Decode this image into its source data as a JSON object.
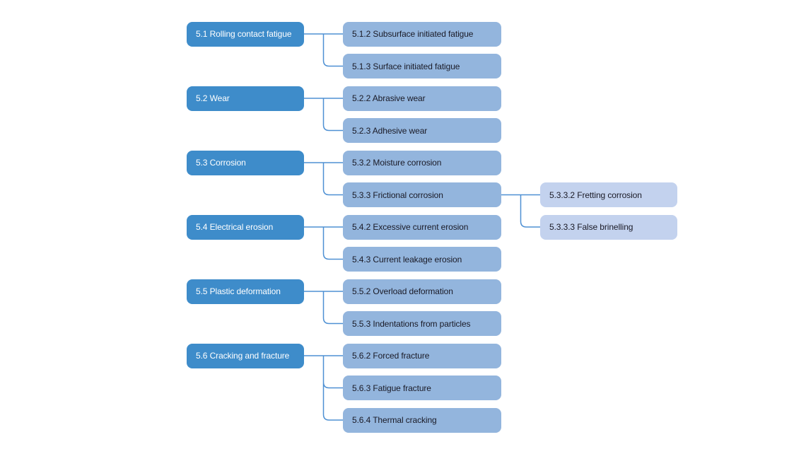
{
  "diagram": {
    "description": "Bearing failure mode classification hierarchy",
    "colors": {
      "background": "#ffffff",
      "level1_fill": "#3e8cca",
      "level1_text": "#ffffff",
      "level2_fill": "#93b5dd",
      "level3_fill": "#c3d2ee",
      "node_text": "#1a1a26",
      "connector": "#4e90d3"
    },
    "nodes": [
      {
        "id": "5.1",
        "label": "5.1 Rolling contact fatigue",
        "children": [
          {
            "id": "5.1.2",
            "label": "5.1.2 Subsurface initiated fatigue"
          },
          {
            "id": "5.1.3",
            "label": "5.1.3 Surface initiated fatigue"
          }
        ]
      },
      {
        "id": "5.2",
        "label": "5.2 Wear",
        "children": [
          {
            "id": "5.2.2",
            "label": "5.2.2 Abrasive wear"
          },
          {
            "id": "5.2.3",
            "label": "5.2.3 Adhesive wear"
          }
        ]
      },
      {
        "id": "5.3",
        "label": "5.3 Corrosion",
        "children": [
          {
            "id": "5.3.2",
            "label": "5.3.2 Moisture corrosion"
          },
          {
            "id": "5.3.3",
            "label": "5.3.3 Frictional corrosion",
            "children": [
              {
                "id": "5.3.3.2",
                "label": "5.3.3.2 Fretting corrosion"
              },
              {
                "id": "5.3.3.3",
                "label": "5.3.3.3 False brinelling"
              }
            ]
          }
        ]
      },
      {
        "id": "5.4",
        "label": "5.4 Electrical erosion",
        "children": [
          {
            "id": "5.4.2",
            "label": "5.4.2 Excessive current erosion"
          },
          {
            "id": "5.4.3",
            "label": "5.4.3 Current leakage erosion"
          }
        ]
      },
      {
        "id": "5.5",
        "label": "5.5 Plastic deformation",
        "children": [
          {
            "id": "5.5.2",
            "label": "5.5.2 Overload deformation"
          },
          {
            "id": "5.5.3",
            "label": "5.5.3 Indentations from particles"
          }
        ]
      },
      {
        "id": "5.6",
        "label": "5.6 Cracking and fracture",
        "children": [
          {
            "id": "5.6.2",
            "label": "5.6.2 Forced fracture"
          },
          {
            "id": "5.6.3",
            "label": "5.6.3 Fatigue fracture"
          },
          {
            "id": "5.6.4",
            "label": "5.6.4 Thermal cracking"
          }
        ]
      }
    ]
  }
}
